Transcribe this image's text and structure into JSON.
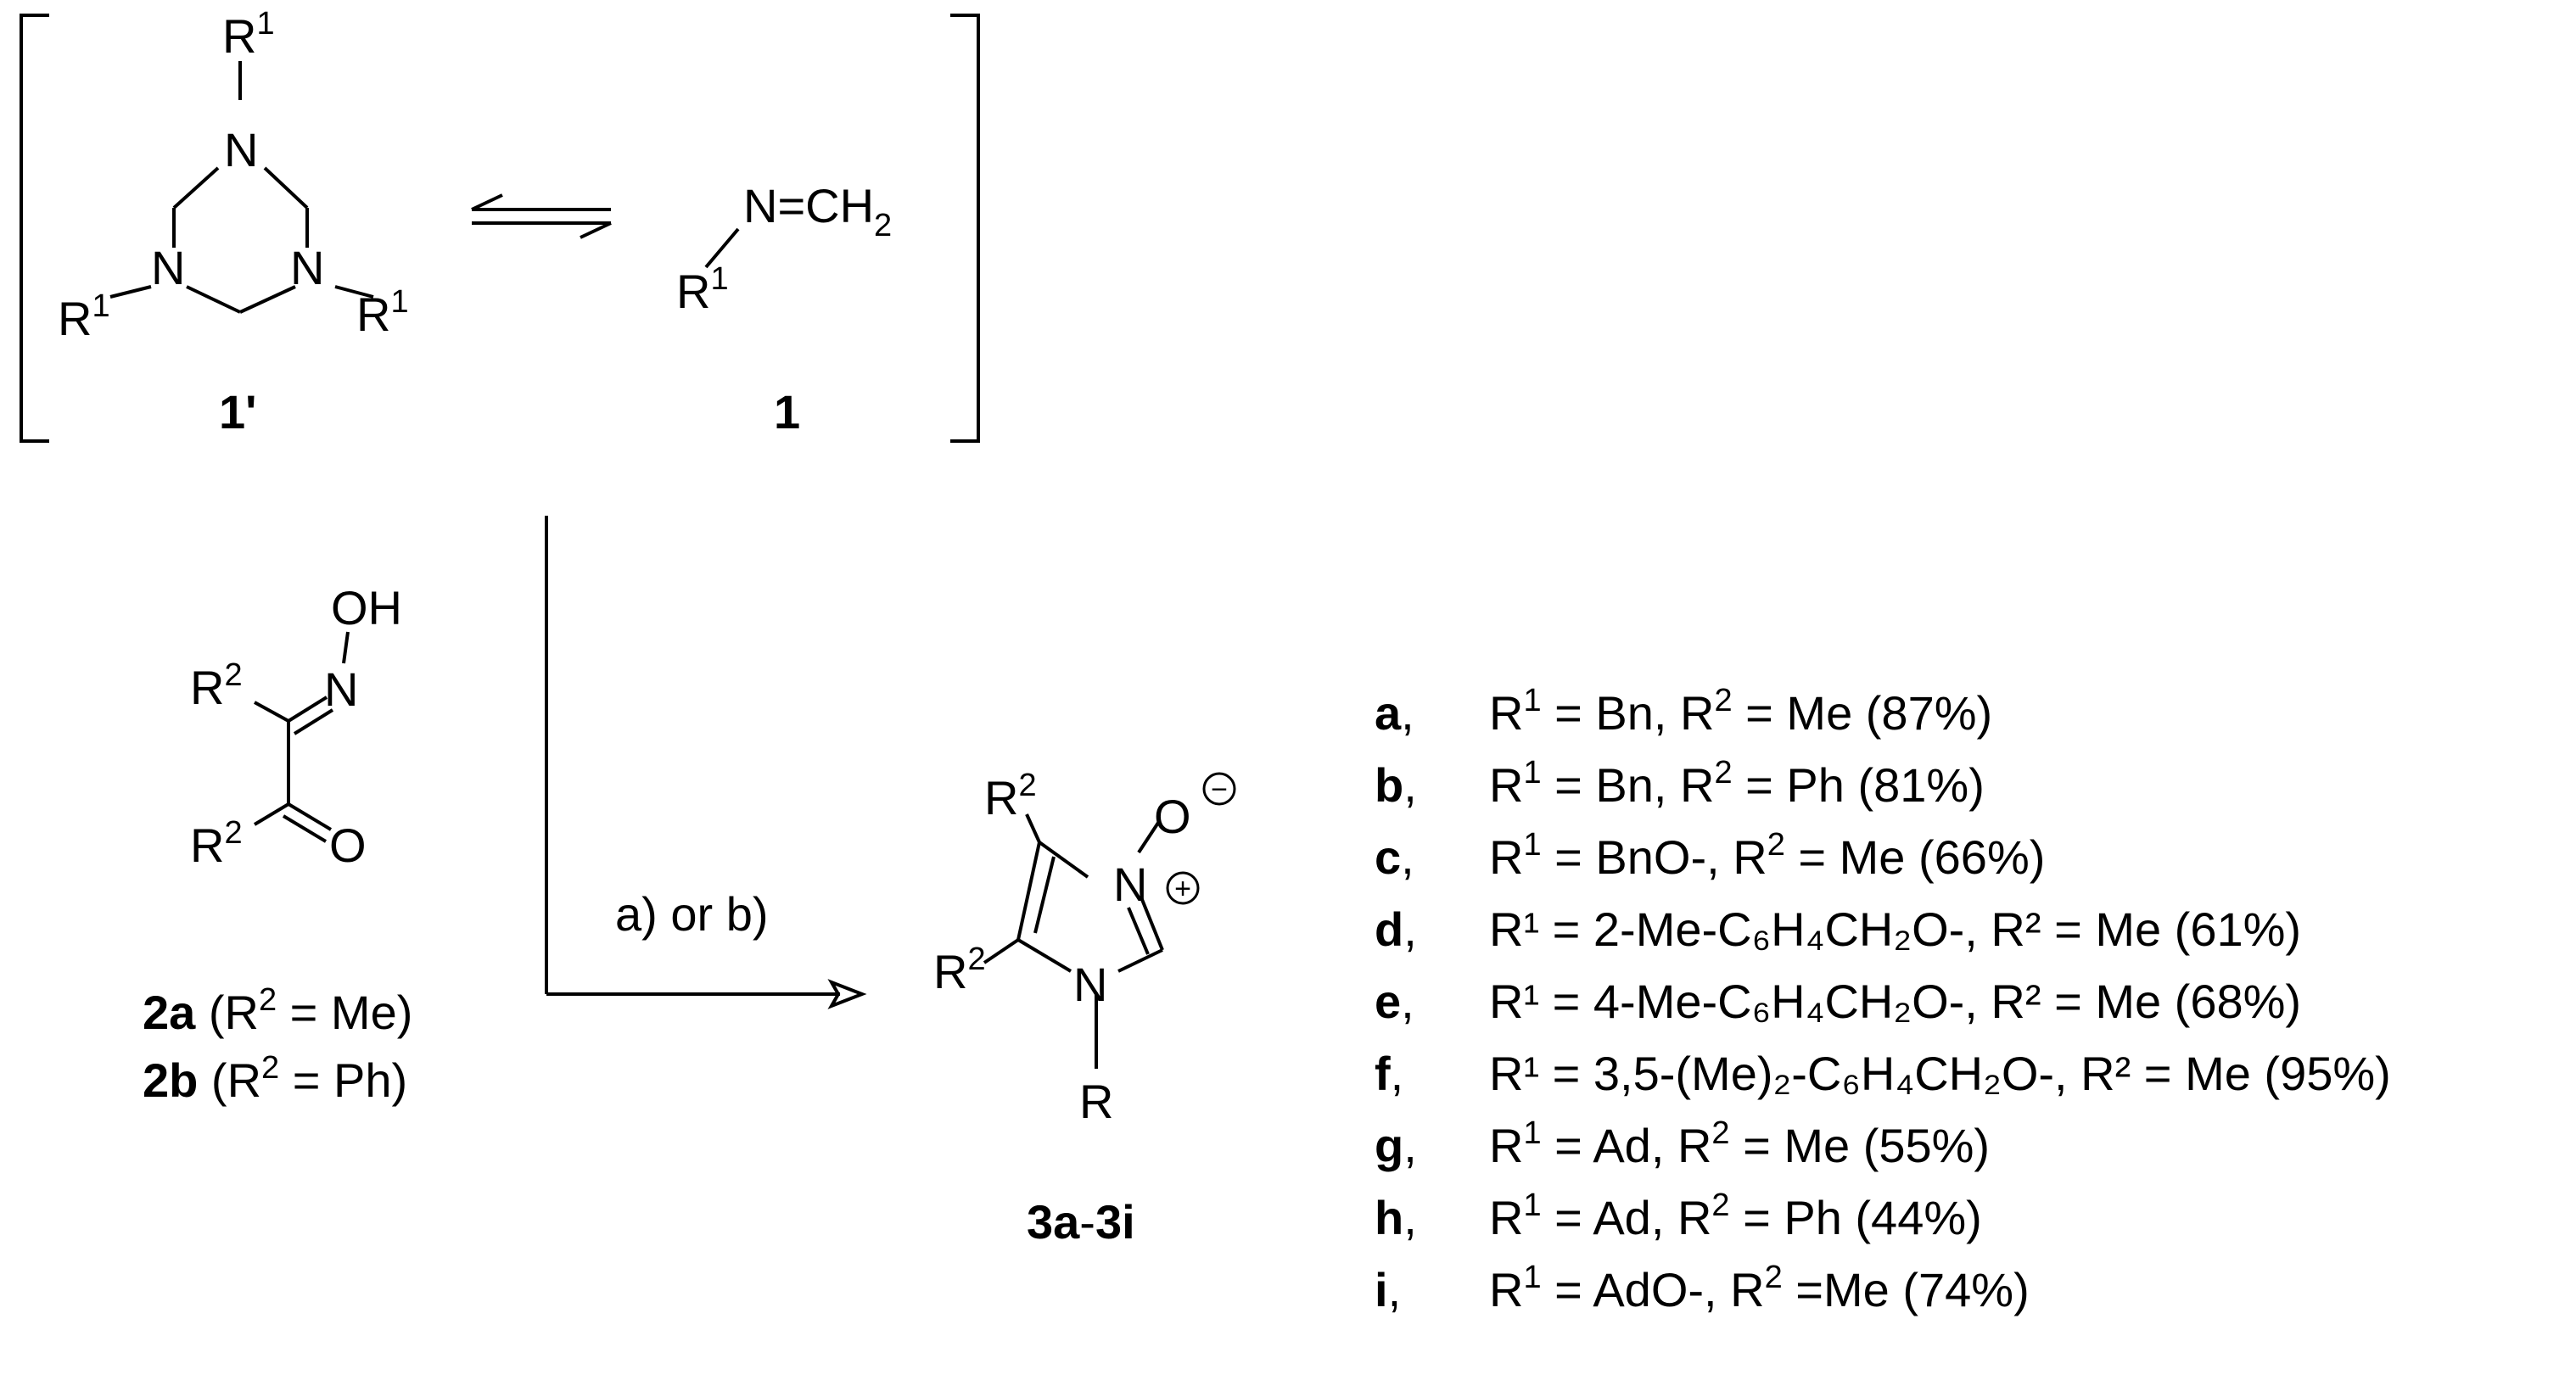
{
  "compounds": {
    "triazinane": {
      "label": "1'",
      "n": "N",
      "r": "R",
      "sup": "1"
    },
    "imine": {
      "label": "1",
      "n_eq": "N=CH",
      "sub": "2",
      "r": "R",
      "sup": "1"
    },
    "oxime": {
      "oh": "OH",
      "n": "N",
      "r": "R",
      "sup": "2",
      "o": "O"
    },
    "product": {
      "label_a": "3a",
      "dash": "-",
      "label_b": "3i",
      "r": "R",
      "sup": "2",
      "n": "N",
      "o": "O",
      "plus": "+",
      "minus": "−"
    }
  },
  "reagents": [
    {
      "label": "2a",
      "text_pre": " (R",
      "sup": "2",
      "text_post": " = Me)"
    },
    {
      "label": "2b",
      "text_pre": " (R",
      "sup": "2",
      "text_post": " = Ph)"
    }
  ],
  "conditions": "a) or b)",
  "substituents": [
    {
      "key": "a",
      "parts": [
        "R",
        "1",
        " = Bn, R",
        "2",
        " = Me (87%)"
      ]
    },
    {
      "key": "b",
      "parts": [
        "R",
        "1",
        " = Bn, R",
        "2",
        " = Ph (81%)"
      ]
    },
    {
      "key": "c",
      "parts": [
        "R",
        "1",
        " = BnO-, R",
        "2",
        " = Me (66%)"
      ]
    },
    {
      "key": "d",
      "text": "R¹ = 2-Me-C₆H₄CH₂O-, R² = Me (61%)"
    },
    {
      "key": "e",
      "text": "R¹ = 4-Me-C₆H₄CH₂O-, R² = Me (68%)"
    },
    {
      "key": "f",
      "text": "R¹ = 3,5-(Me)₂-C₆H₄CH₂O-, R² = Me (95%)"
    },
    {
      "key": "g",
      "parts": [
        "R",
        "1",
        " = Ad, R",
        "2",
        " = Me (55%)"
      ]
    },
    {
      "key": "h",
      "parts": [
        "R",
        "1",
        " = Ad, R",
        "2",
        " = Ph (44%)"
      ]
    },
    {
      "key": "i",
      "parts": [
        "R",
        "1",
        " = AdO-, R",
        "2",
        " =Me (74%)"
      ]
    }
  ],
  "row_comma": ","
}
